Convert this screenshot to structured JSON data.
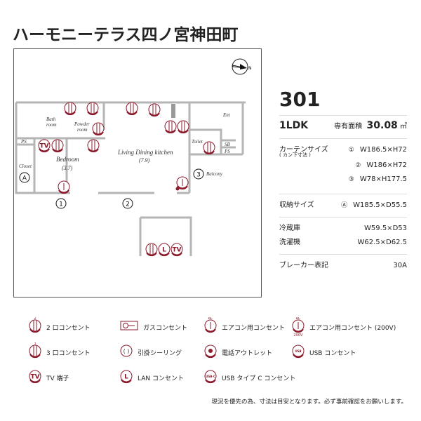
{
  "title": "ハーモニーテラス四ノ宮神田町",
  "plan": {
    "rooms": {
      "bath": "Bath",
      "bath2": "room",
      "powder": "Powder",
      "powder2": "room",
      "bedroom": "Bedroom",
      "bedroom_size": "(3.7)",
      "ldk": "Living Dining kitchen",
      "ldk_size": "(7.9)",
      "closet": "Closet",
      "ps1": "PS",
      "ps2": "PS",
      "sb": "SB",
      "toilet": "Toilet",
      "ent": "Ent",
      "balcony": "Balcony"
    },
    "markers": {
      "a": "A",
      "c1": "1",
      "c2": "2",
      "c3": "3"
    },
    "compass": "N",
    "outlet_labels": {
      "tv": "TV",
      "lan": "L",
      "ac": "AC",
      "two": "2",
      "three": "3"
    }
  },
  "info": {
    "room_no": "301",
    "type": "1LDK",
    "area_label": "専有面積",
    "area_value": "30.08",
    "area_unit": "㎡",
    "curtain_label": "カーテンサイズ",
    "curtain_sub": "( カン下寸法 )",
    "curtains": [
      {
        "no": "①",
        "size": "W186.5×H72"
      },
      {
        "no": "②",
        "size": "W186×H72"
      },
      {
        "no": "③",
        "size": "W78×H177.5"
      }
    ],
    "storage_label": "収納サイズ",
    "storage_no": "Ⓐ",
    "storage_size": "W185.5×D55.5",
    "fridge_label": "冷蔵庫",
    "fridge_size": "W59.5×D53",
    "washer_label": "洗濯機",
    "washer_size": "W62.5×D62.5",
    "breaker_label": "ブレーカー表記",
    "breaker_value": "30A"
  },
  "legend": [
    {
      "icon": "outlet-2",
      "label": "2 口コンセント",
      "tag": "2"
    },
    {
      "icon": "gas-outlet",
      "label": "ガスコンセント"
    },
    {
      "icon": "ac-outlet",
      "label": "エアコン用コンセント",
      "tag": "AC"
    },
    {
      "icon": "ac-200v-outlet",
      "label": "エアコン用コンセント (200V)",
      "tag": "AC",
      "tag2": "200V"
    },
    {
      "icon": "outlet-3",
      "label": "3 口コンセント",
      "tag": "3"
    },
    {
      "icon": "ceiling-hook",
      "label": "引掛シーリング"
    },
    {
      "icon": "phone-outlet",
      "label": "電話アウトレット"
    },
    {
      "icon": "usb-outlet",
      "label": "USB コンセント",
      "inner": "USB"
    },
    {
      "icon": "tv-terminal",
      "label": "TV 端子",
      "inner": "TV"
    },
    {
      "icon": "lan-outlet",
      "label": "LAN コンセント",
      "inner": "L"
    },
    {
      "icon": "usb-c-outlet",
      "label": "USB タイプ C コンセント",
      "inner": "USB-C"
    }
  ],
  "note": "現況を優先の為、寸法は目安となります。必ず事前確認をお願いします。",
  "colors": {
    "accent": "#8b1a2b",
    "wall": "#b5b5b5"
  }
}
